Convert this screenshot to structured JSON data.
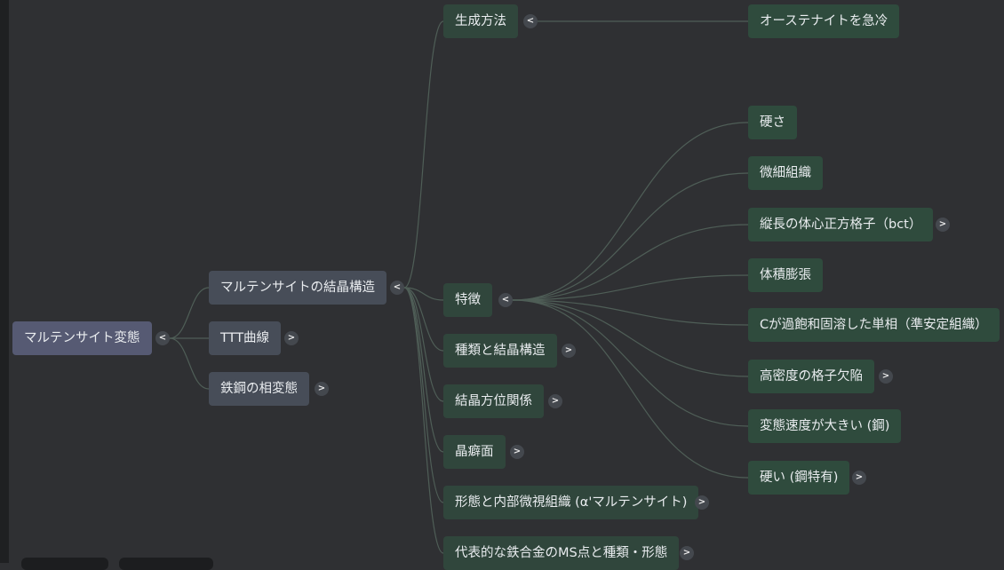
{
  "root": {
    "label": "マルテンサイト変態",
    "toggle": "<"
  },
  "level1": [
    {
      "label": "マルテンサイトの結晶構造",
      "toggle": "<"
    },
    {
      "label": "TTT曲線",
      "toggle": ">"
    },
    {
      "label": "鉄鋼の相変態",
      "toggle": ">"
    }
  ],
  "level2": [
    {
      "label": "生成方法",
      "toggle": "<"
    },
    {
      "label": "特徴",
      "toggle": "<"
    },
    {
      "label": "種類と結晶構造",
      "toggle": ">"
    },
    {
      "label": "結晶方位関係",
      "toggle": ">"
    },
    {
      "label": "晶癖面",
      "toggle": ">"
    },
    {
      "label": "形態と内部微視組織 (α'マルテンサイト)",
      "toggle": ">"
    },
    {
      "label": "代表的な鉄合金のMS点と種類・形態",
      "toggle": ">"
    }
  ],
  "level3_method": [
    {
      "label": "オーステナイトを急冷"
    }
  ],
  "level3_features": [
    {
      "label": "硬さ"
    },
    {
      "label": "微細組織"
    },
    {
      "label": "縦長の体心正方格子（bct）",
      "toggle": ">"
    },
    {
      "label": "体積膨張"
    },
    {
      "label": "Cが過飽和固溶した単相（準安定組織）"
    },
    {
      "label": "高密度の格子欠陥",
      "toggle": ">"
    },
    {
      "label": "変態速度が大きい (鋼)"
    },
    {
      "label": "硬い (鋼特有)",
      "toggle": ">"
    }
  ],
  "colors": {
    "background": "#2f3033",
    "root_node": "#565a73",
    "level1_node": "#474d58",
    "level2_node": "#30463c",
    "level3_node": "#2f4b3d",
    "link": "#4f5e57"
  }
}
